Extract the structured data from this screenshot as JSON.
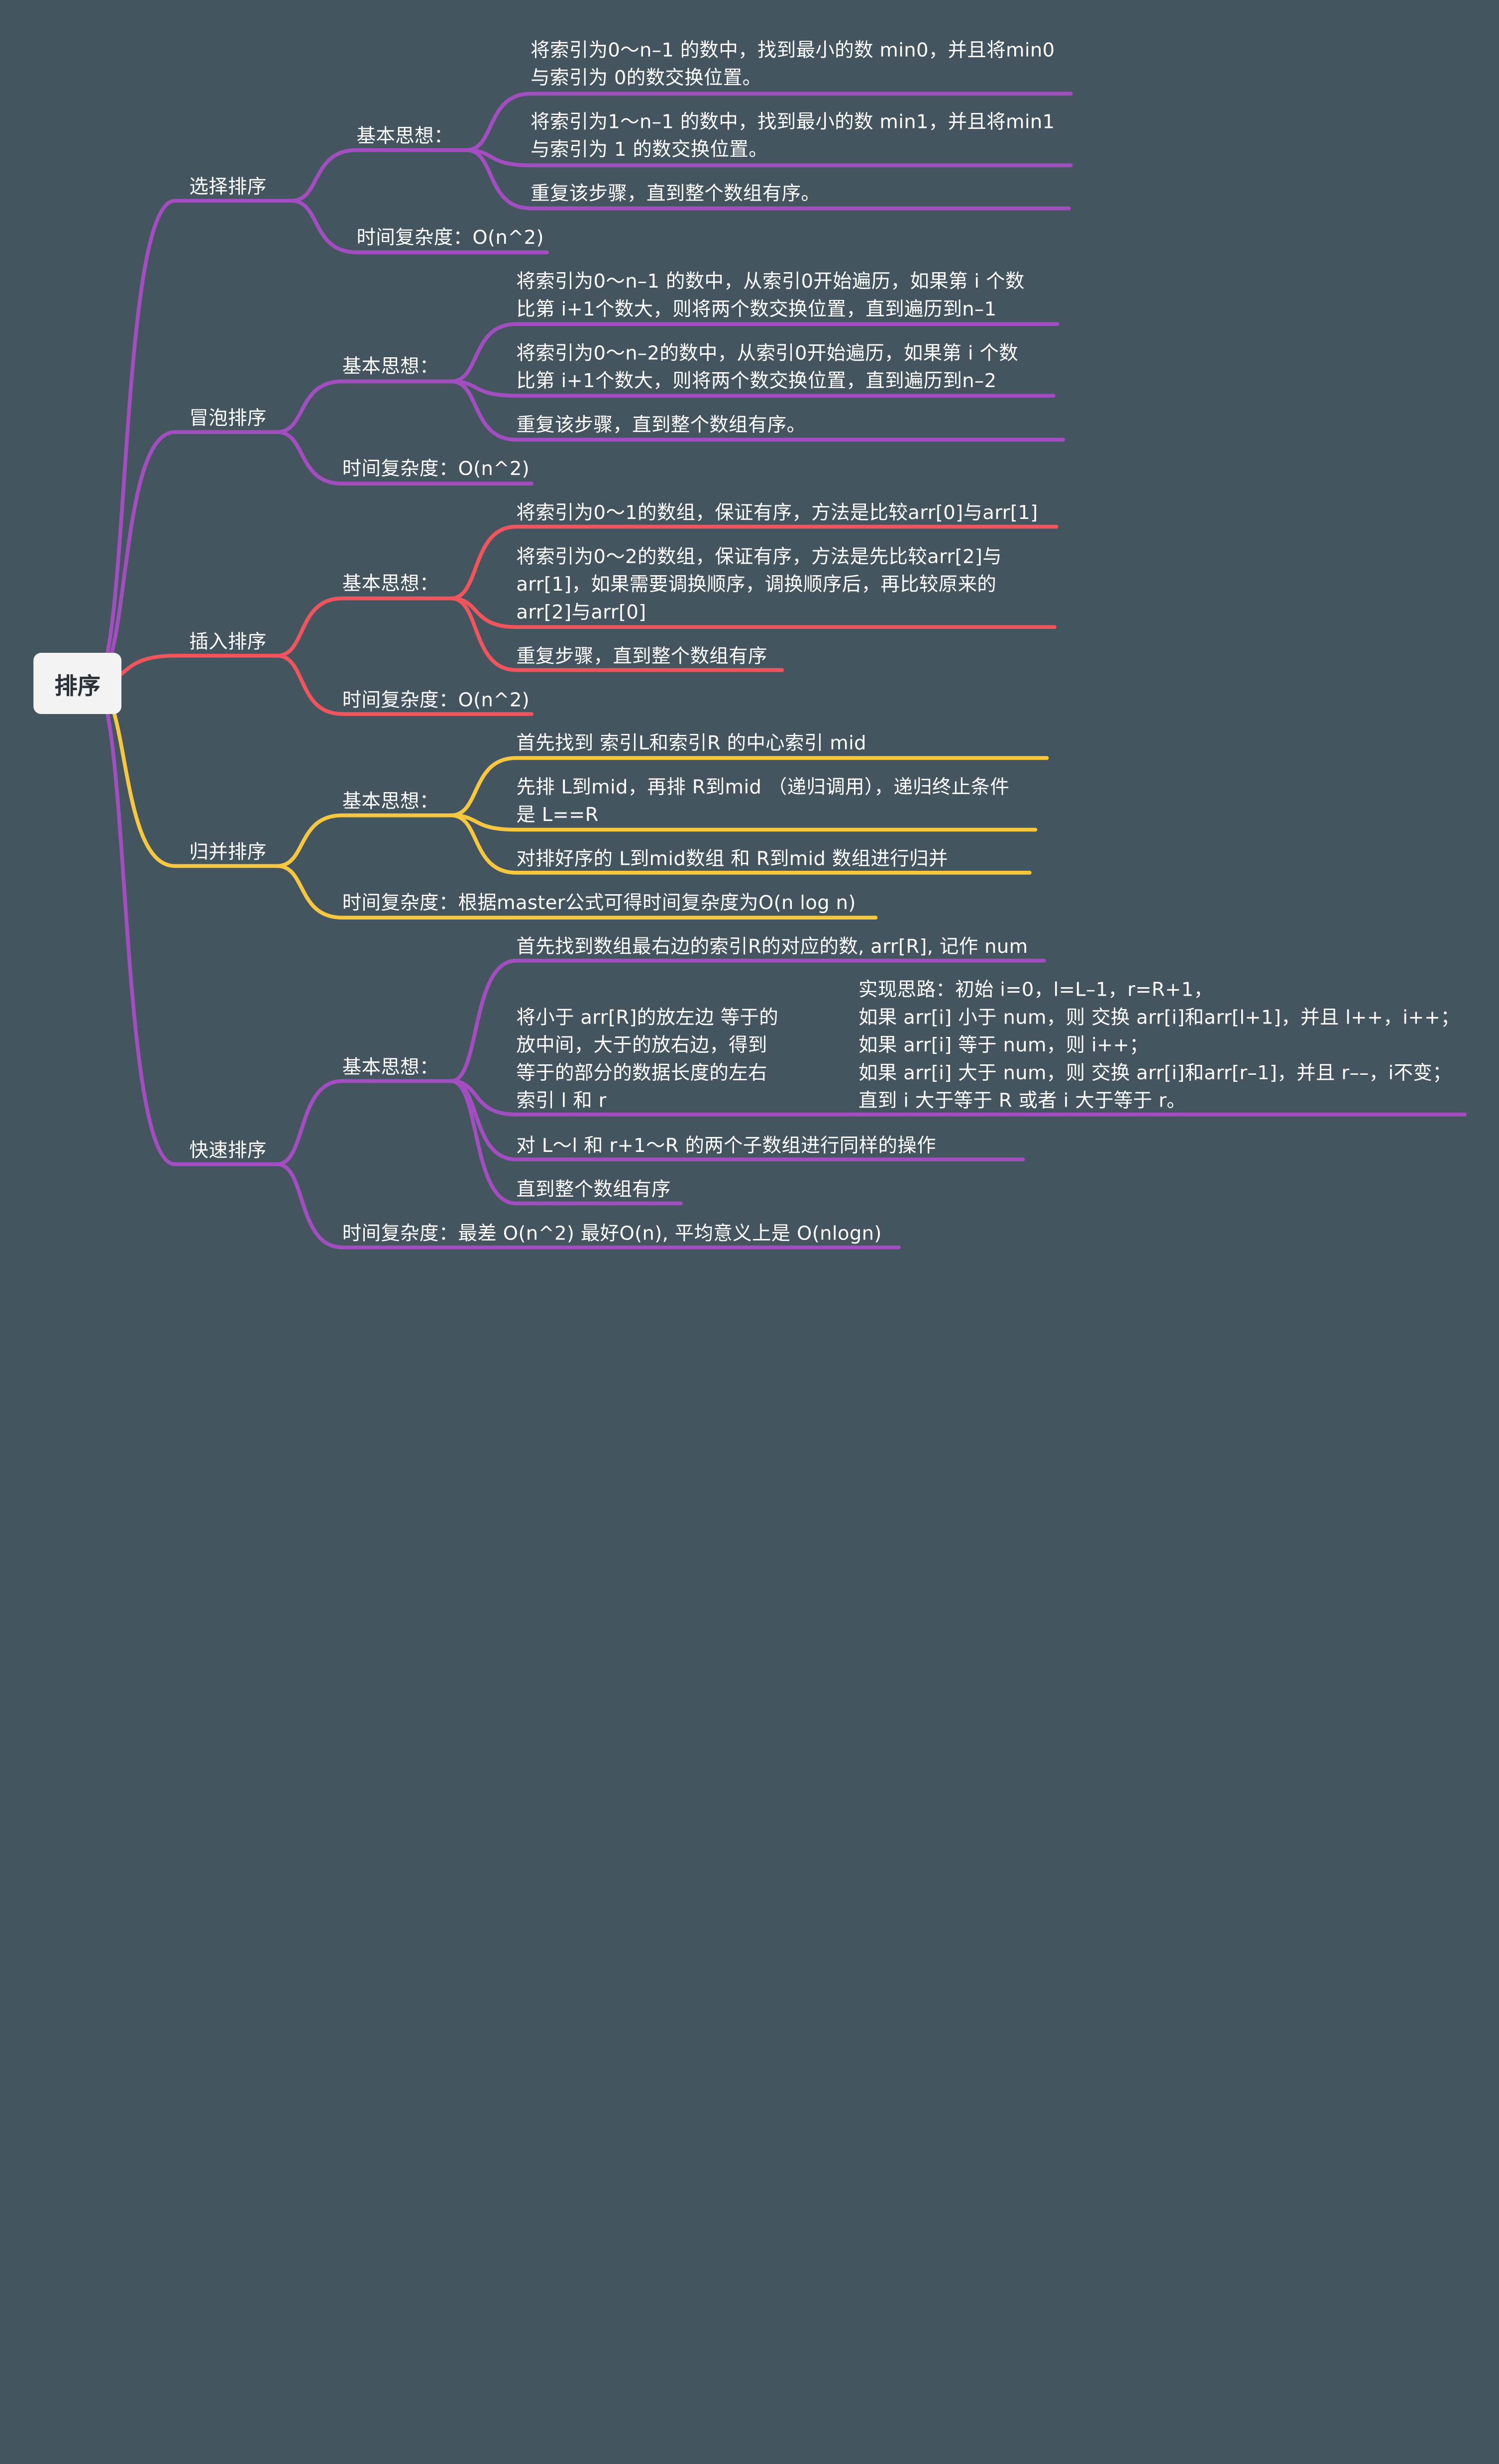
{
  "root": "排序",
  "colors": {
    "background": "#455560",
    "purple": "#a24ec0",
    "red": "#f0555e",
    "yellow": "#f6c73f",
    "root_box": "#f3f3f3",
    "text": "#ffffff"
  },
  "branches": [
    {
      "title": "选择排序",
      "color": "purple",
      "idea_label": "基本思想：",
      "idea_items": [
        "将索引为0～n–1 的数中，找到最小的数 min0，并且将min0\n与索引为 0的数交换位置。",
        "将索引为1～n–1 的数中，找到最小的数 min1，并且将min1\n与索引为 1 的数交换位置。",
        "重复该步骤，直到整个数组有序。"
      ],
      "complexity": "时间复杂度：O(n^2)"
    },
    {
      "title": "冒泡排序",
      "color": "purple",
      "idea_label": "基本思想：",
      "idea_items": [
        "将索引为0～n–1 的数中，从索引0开始遍历，如果第 i 个数\n比第 i+1个数大，则将两个数交换位置，直到遍历到n–1",
        "将索引为0～n–2的数中，从索引0开始遍历，如果第 i 个数\n比第 i+1个数大，则将两个数交换位置，直到遍历到n–2",
        "重复该步骤，直到整个数组有序。"
      ],
      "complexity": "时间复杂度：O(n^2)"
    },
    {
      "title": "插入排序",
      "color": "red",
      "idea_label": "基本思想：",
      "idea_items": [
        "将索引为0～1的数组，保证有序，方法是比较arr[0]与arr[1]",
        "将索引为0～2的数组，保证有序，方法是先比较arr[2]与\narr[1]，如果需要调换顺序，调换顺序后，再比较原来的\narr[2]与arr[0]",
        "重复步骤，直到整个数组有序"
      ],
      "complexity": "时间复杂度：O(n^2)"
    },
    {
      "title": "归并排序",
      "color": "yellow",
      "idea_label": "基本思想：",
      "idea_items": [
        "首先找到 索引L和索引R 的中心索引 mid",
        "先排 L到mid，再排 R到mid （递归调用），递归终止条件\n是 L==R",
        "对排好序的 L到mid数组 和 R到mid 数组进行归并"
      ],
      "complexity": "时间复杂度：根据master公式可得时间复杂度为O(n log n)"
    },
    {
      "title": "快速排序",
      "color": "purple",
      "idea_label": "基本思想：",
      "idea_items": [
        "首先找到数组最右边的索引R的对应的数, arr[R], 记作 num",
        "将小于 arr[R]的放左边 等于的\n放中间，大于的放右边，得到\n等于的部分的数据长度的左右\n索引 l 和 r",
        "对 L～l 和 r+1～R 的两个子数组进行同样的操作",
        "直到整个数组有序"
      ],
      "detail": "实现思路：初始 i=0，l=L–1，r=R+1，\n如果 arr[i] 小于 num，则 交换 arr[i]和arr[l+1]，并且 l++，i++；\n如果 arr[i] 等于 num，则 i++；\n如果 arr[i] 大于 num，则 交换 arr[i]和arr[r–1]，并且 r––，i不变；\n直到 i 大于等于 R 或者 i 大于等于 r。",
      "complexity": "时间复杂度：最差 O(n^2) 最好O(n), 平均意义上是 O(nlogn)"
    }
  ]
}
